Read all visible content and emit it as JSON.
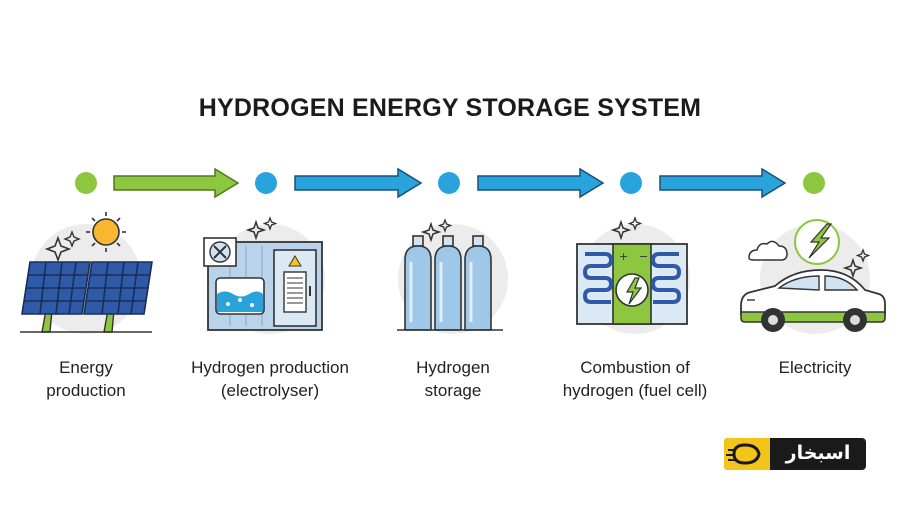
{
  "title": "HYDROGEN ENERGY STORAGE SYSTEM",
  "colors": {
    "green": "#8dc63f",
    "blue": "#29a3dc",
    "dark": "#1b1b1b",
    "panel": "#2e5aa8"
  },
  "stages": [
    {
      "line1": "Energy",
      "line2": "production",
      "icon": "solar-panel-icon"
    },
    {
      "line1": "Hydrogen production",
      "line2": "(electrolyser)",
      "icon": "electrolyser-icon"
    },
    {
      "line1": "Hydrogen",
      "line2": "storage",
      "icon": "hydrogen-tanks-icon"
    },
    {
      "line1": "Combustion of",
      "line2": "hydrogen (fuel cell)",
      "icon": "fuel-cell-icon"
    },
    {
      "line1": "Electricity",
      "line2": "",
      "icon": "electric-car-icon"
    }
  ],
  "logo": {
    "text": "اسبخار"
  }
}
